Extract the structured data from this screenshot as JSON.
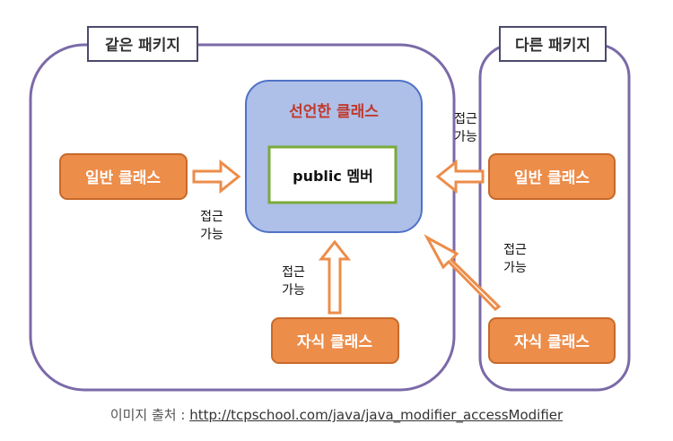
{
  "packages": {
    "same": {
      "label": "같은 패키지"
    },
    "other": {
      "label": "다른 패키지"
    }
  },
  "declared_class": {
    "title": "선언한 클래스",
    "member": "public 멤버"
  },
  "classes": {
    "same_general": "일반 클래스",
    "same_child": "자식 클래스",
    "other_general": "일반 클래스",
    "other_child": "자식 클래스"
  },
  "access_label": {
    "line1": "접근",
    "line2": "가능"
  },
  "caption": {
    "prefix": "이미지 출처 : ",
    "link": "http://tcpschool.com/java/java_modifier_accessModifier"
  },
  "colors": {
    "package_border": "#7b6aa8",
    "declared_fill": "#aebfe8",
    "declared_border": "#4f73c6",
    "declared_title": "#c0392b",
    "member_border": "#7aaa3a",
    "class_fill": "#ec8d4a",
    "class_border": "#c8692a",
    "arrow_stroke": "#ec8d4a"
  }
}
